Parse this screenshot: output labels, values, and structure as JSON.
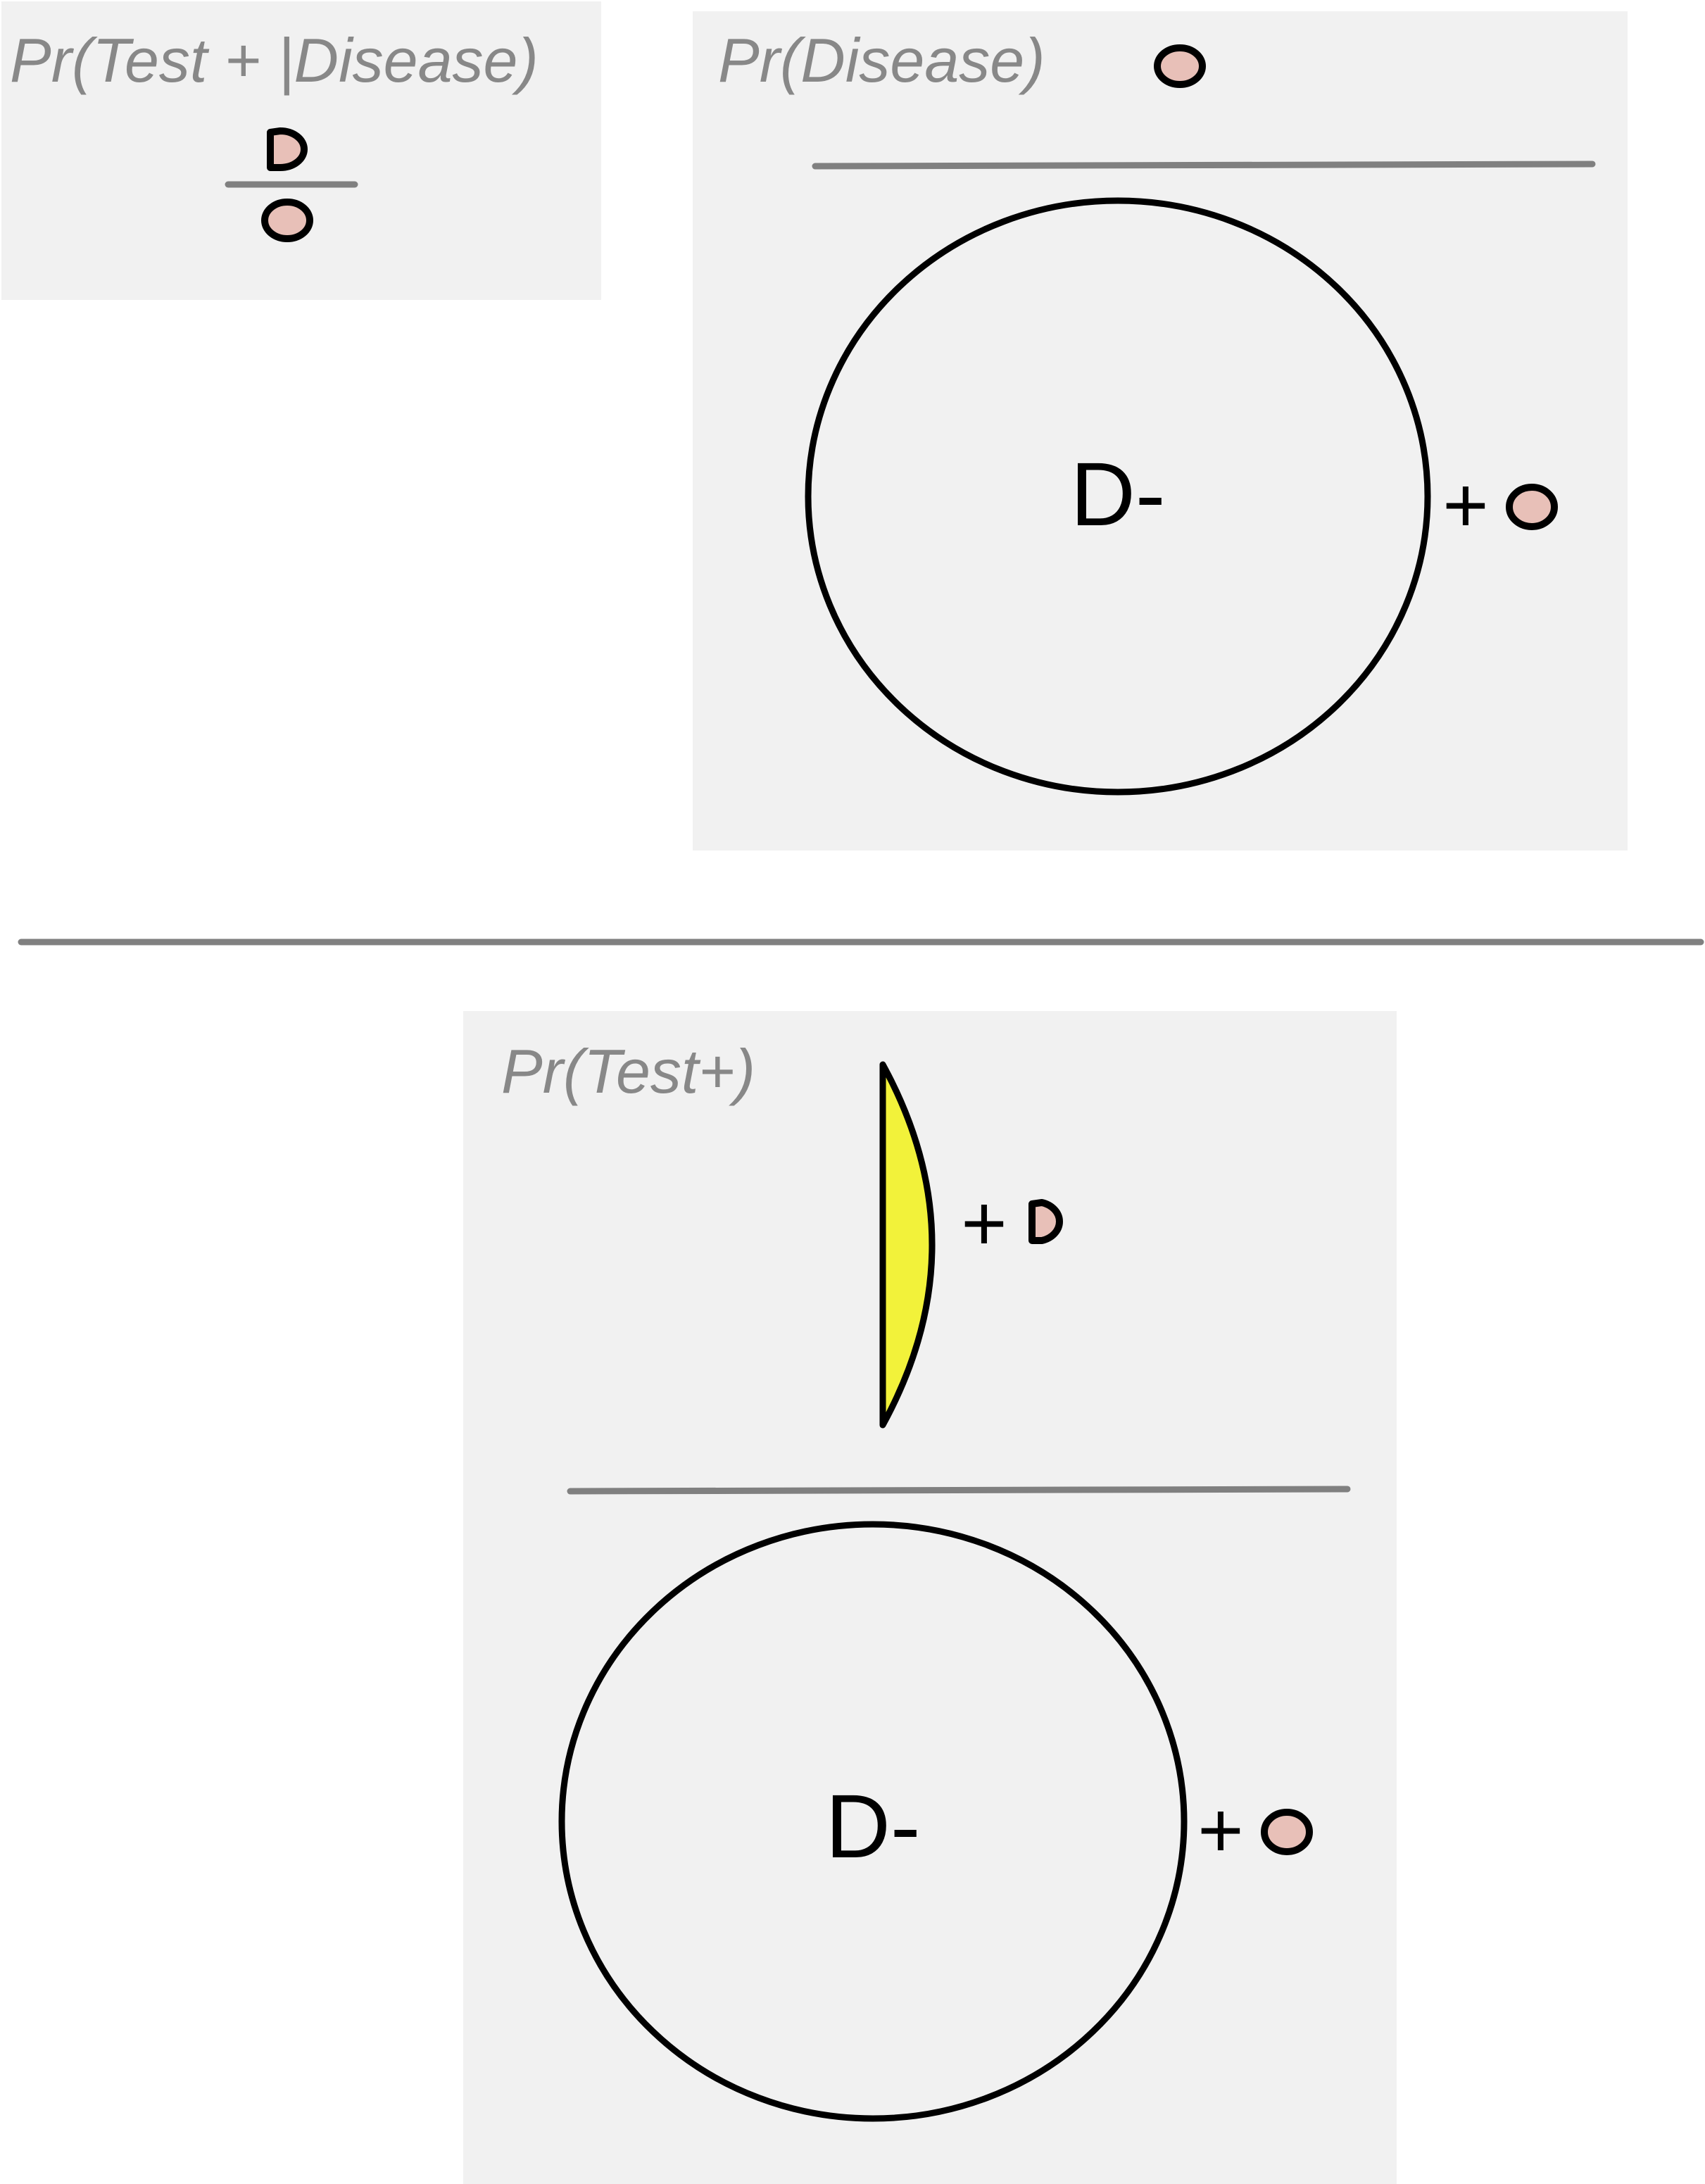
{
  "panels": {
    "likelihood": {
      "label": "Pr(Test + |Disease)"
    },
    "prior": {
      "label": "Pr(Disease)"
    },
    "evidence": {
      "label": "Pr(Test+)"
    }
  },
  "terms": {
    "prior_ellipse_label": "D-",
    "prior_plus": "+",
    "evidence_lens_plus": "+",
    "evidence_ellipse_label": "D-",
    "evidence_plus": "+"
  },
  "colors": {
    "panel_bg": "#f1f1f1",
    "label_gray": "#888888",
    "rule_gray": "#808080",
    "outline": "#000000",
    "dot_fill": "#e8c0b8",
    "lens_fill": "#f2f23a"
  }
}
